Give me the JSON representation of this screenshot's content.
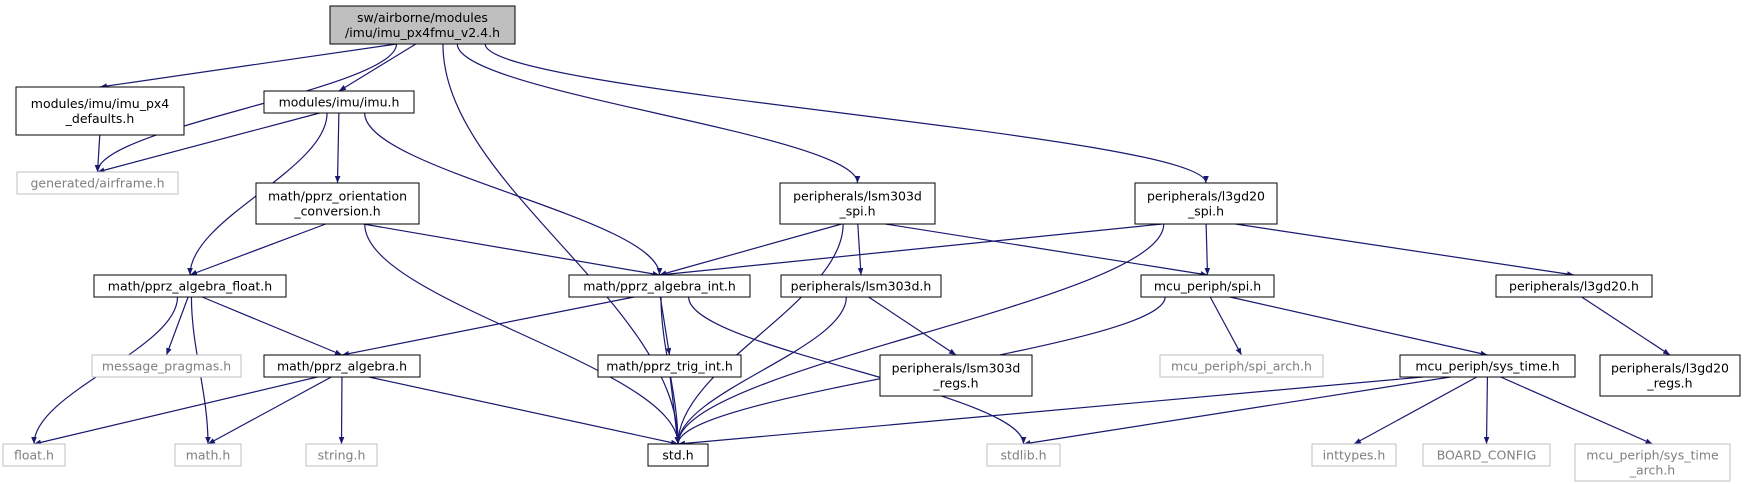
{
  "graph": {
    "colors": {
      "edge": "#191970",
      "root_fill": "#bfbfbf",
      "node_fill": "#ffffff",
      "node_border": "#000000",
      "external_border": "#bfbfbf",
      "external_text": "#7f7f7f",
      "text": "#000000"
    },
    "nodes": [
      {
        "id": "root",
        "lines": [
          "sw/airborne/modules",
          "/imu/imu_px4fmu_v2.4.h"
        ],
        "kind": "root"
      },
      {
        "id": "imu_px4_defaults",
        "lines": [
          "modules/imu/imu_px4",
          "_defaults.h"
        ],
        "kind": "normal"
      },
      {
        "id": "imu",
        "lines": [
          "modules/imu/imu.h"
        ],
        "kind": "normal"
      },
      {
        "id": "airframe",
        "lines": [
          "generated/airframe.h"
        ],
        "kind": "external"
      },
      {
        "id": "orientation",
        "lines": [
          "math/pprz_orientation",
          "_conversion.h"
        ],
        "kind": "normal"
      },
      {
        "id": "lsm303d_spi",
        "lines": [
          "peripherals/lsm303d",
          "_spi.h"
        ],
        "kind": "normal"
      },
      {
        "id": "l3gd20_spi",
        "lines": [
          "peripherals/l3gd20",
          "_spi.h"
        ],
        "kind": "normal"
      },
      {
        "id": "algebra_float",
        "lines": [
          "math/pprz_algebra_float.h"
        ],
        "kind": "normal"
      },
      {
        "id": "algebra_int",
        "lines": [
          "math/pprz_algebra_int.h"
        ],
        "kind": "normal"
      },
      {
        "id": "lsm303d",
        "lines": [
          "peripherals/lsm303d.h"
        ],
        "kind": "normal"
      },
      {
        "id": "spi",
        "lines": [
          "mcu_periph/spi.h"
        ],
        "kind": "normal"
      },
      {
        "id": "l3gd20",
        "lines": [
          "peripherals/l3gd20.h"
        ],
        "kind": "normal"
      },
      {
        "id": "message_pragmas",
        "lines": [
          "message_pragmas.h"
        ],
        "kind": "external"
      },
      {
        "id": "algebra",
        "lines": [
          "math/pprz_algebra.h"
        ],
        "kind": "normal"
      },
      {
        "id": "trig_int",
        "lines": [
          "math/pprz_trig_int.h"
        ],
        "kind": "normal"
      },
      {
        "id": "lsm303d_regs",
        "lines": [
          "peripherals/lsm303d",
          "_regs.h"
        ],
        "kind": "normal"
      },
      {
        "id": "spi_arch",
        "lines": [
          "mcu_periph/spi_arch.h"
        ],
        "kind": "external"
      },
      {
        "id": "sys_time",
        "lines": [
          "mcu_periph/sys_time.h"
        ],
        "kind": "normal"
      },
      {
        "id": "l3gd20_regs",
        "lines": [
          "peripherals/l3gd20",
          "_regs.h"
        ],
        "kind": "normal"
      },
      {
        "id": "float_h",
        "lines": [
          "float.h"
        ],
        "kind": "external"
      },
      {
        "id": "math_h",
        "lines": [
          "math.h"
        ],
        "kind": "external"
      },
      {
        "id": "string_h",
        "lines": [
          "string.h"
        ],
        "kind": "external"
      },
      {
        "id": "std_h",
        "lines": [
          "std.h"
        ],
        "kind": "normal"
      },
      {
        "id": "stdlib_h",
        "lines": [
          "stdlib.h"
        ],
        "kind": "external"
      },
      {
        "id": "inttypes_h",
        "lines": [
          "inttypes.h"
        ],
        "kind": "external"
      },
      {
        "id": "board_config",
        "lines": [
          "BOARD_CONFIG"
        ],
        "kind": "external"
      },
      {
        "id": "sys_time_arch",
        "lines": [
          "mcu_periph/sys_time",
          "_arch.h"
        ],
        "kind": "external"
      }
    ],
    "edges": [
      [
        "root",
        "imu_px4_defaults"
      ],
      [
        "root",
        "airframe"
      ],
      [
        "root",
        "imu"
      ],
      [
        "root",
        "std_h"
      ],
      [
        "root",
        "lsm303d_spi"
      ],
      [
        "root",
        "l3gd20_spi"
      ],
      [
        "imu_px4_defaults",
        "airframe"
      ],
      [
        "imu",
        "airframe"
      ],
      [
        "imu",
        "orientation"
      ],
      [
        "imu",
        "algebra_float"
      ],
      [
        "imu",
        "algebra_int"
      ],
      [
        "orientation",
        "algebra_float"
      ],
      [
        "orientation",
        "algebra_int"
      ],
      [
        "orientation",
        "std_h"
      ],
      [
        "lsm303d_spi",
        "algebra_int"
      ],
      [
        "lsm303d_spi",
        "lsm303d"
      ],
      [
        "lsm303d_spi",
        "spi"
      ],
      [
        "lsm303d_spi",
        "std_h"
      ],
      [
        "l3gd20_spi",
        "algebra_int"
      ],
      [
        "l3gd20_spi",
        "spi"
      ],
      [
        "l3gd20_spi",
        "l3gd20"
      ],
      [
        "l3gd20_spi",
        "std_h"
      ],
      [
        "algebra_float",
        "float_h"
      ],
      [
        "algebra_float",
        "math_h"
      ],
      [
        "algebra_float",
        "message_pragmas"
      ],
      [
        "algebra_float",
        "algebra"
      ],
      [
        "algebra_int",
        "algebra"
      ],
      [
        "algebra_int",
        "std_h"
      ],
      [
        "algebra_int",
        "trig_int"
      ],
      [
        "algebra_int",
        "stdlib_h"
      ],
      [
        "algebra",
        "float_h"
      ],
      [
        "algebra",
        "math_h"
      ],
      [
        "algebra",
        "string_h"
      ],
      [
        "algebra",
        "std_h"
      ],
      [
        "trig_int",
        "std_h"
      ],
      [
        "lsm303d",
        "std_h"
      ],
      [
        "lsm303d",
        "lsm303d_regs"
      ],
      [
        "spi",
        "std_h"
      ],
      [
        "spi",
        "spi_arch"
      ],
      [
        "spi",
        "sys_time"
      ],
      [
        "l3gd20",
        "l3gd20_regs"
      ],
      [
        "sys_time",
        "std_h"
      ],
      [
        "sys_time",
        "stdlib_h"
      ],
      [
        "sys_time",
        "inttypes_h"
      ],
      [
        "sys_time",
        "board_config"
      ],
      [
        "sys_time",
        "sys_time_arch"
      ]
    ]
  }
}
